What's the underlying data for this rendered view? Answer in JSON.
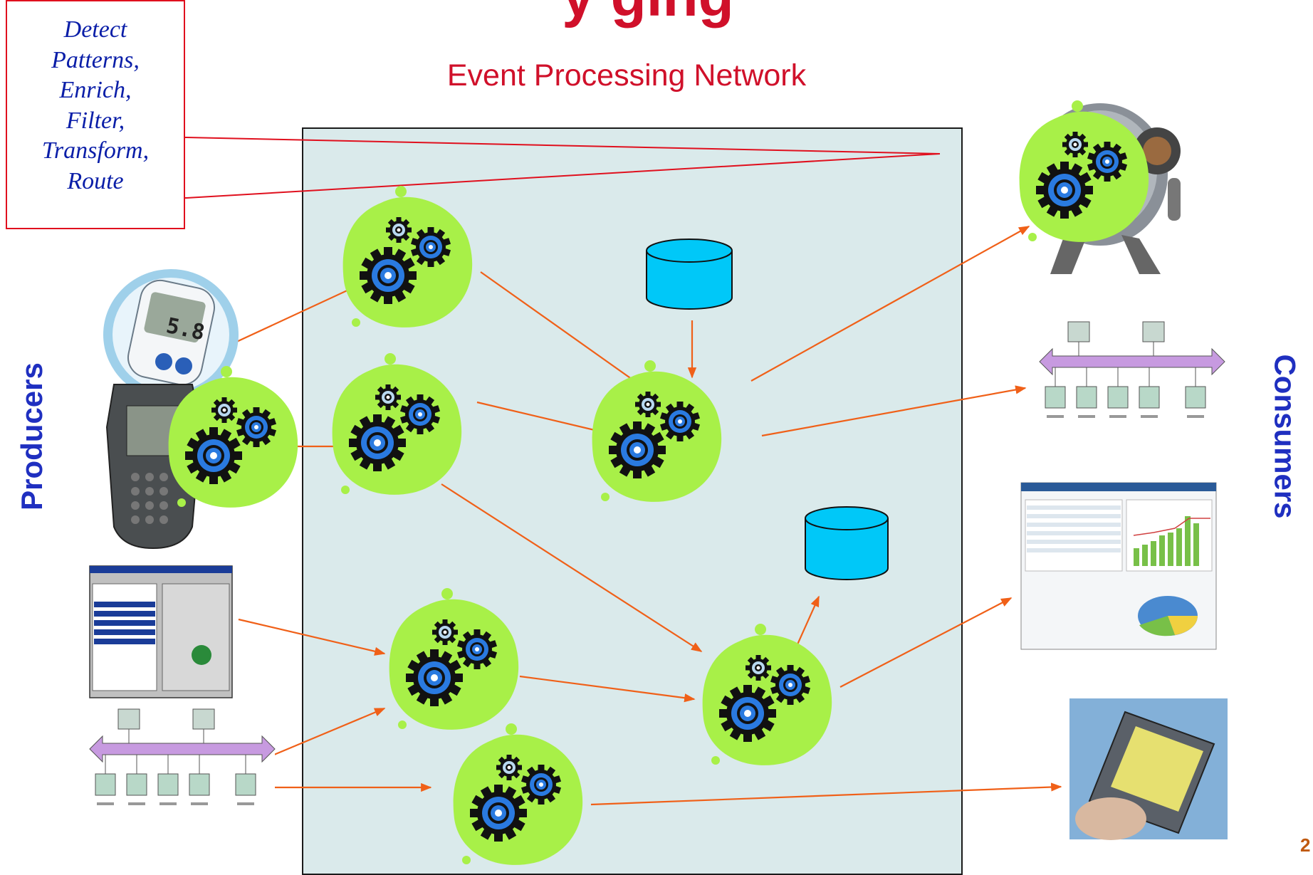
{
  "slide": {
    "title_fragment": "y                                   ging",
    "page_number": "2"
  },
  "network": {
    "title": "Event Processing Network"
  },
  "callout": {
    "lines": [
      "Detect",
      "Patterns,",
      "Enrich,",
      "Filter,",
      "Transform,",
      "Route"
    ]
  },
  "side_labels": {
    "left": "Producers",
    "right": "Consumers"
  },
  "colors": {
    "title_red": "#d0102a",
    "label_blue": "#1f2fc0",
    "callout_text": "#0a1ea8",
    "arrow_orange": "#f06018",
    "blob_green": "#a8f048",
    "gear_blue": "#2a7ae0",
    "db_cyan": "#00c8f8",
    "network_bg": "#daeaeb"
  },
  "producers": [
    {
      "icon": "glucose-meter-icon",
      "display": "5.8"
    },
    {
      "icon": "handheld-scanner-icon"
    },
    {
      "icon": "desktop-application-window-icon"
    },
    {
      "icon": "enterprise-service-bus-diagram-icon"
    }
  ],
  "consumers": [
    {
      "icon": "robot-icon"
    },
    {
      "icon": "enterprise-service-bus-diagram-icon"
    },
    {
      "icon": "dashboard-screenshot-icon"
    },
    {
      "icon": "mobile-phone-icon"
    }
  ],
  "agents": [
    {
      "id": "agent-1"
    },
    {
      "id": "agent-2"
    },
    {
      "id": "agent-3"
    },
    {
      "id": "agent-4"
    },
    {
      "id": "agent-5"
    },
    {
      "id": "agent-6"
    },
    {
      "id": "agent-7"
    },
    {
      "id": "agent-8"
    },
    {
      "id": "agent-9"
    }
  ],
  "stores": [
    {
      "id": "store-1",
      "icon": "database-icon"
    },
    {
      "id": "store-2",
      "icon": "database-icon"
    }
  ]
}
